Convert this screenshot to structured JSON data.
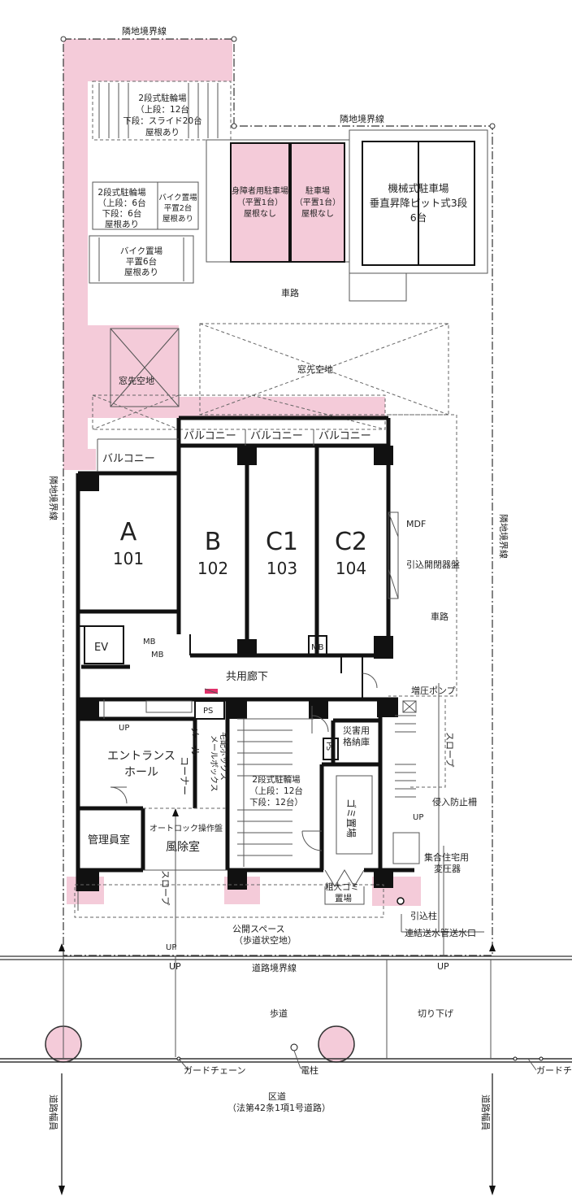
{
  "boundaries": {
    "top_neighbor": "隣地境界線",
    "top_right_neighbor": "隣地境界線",
    "left_neighbor": "隣地境界線",
    "right_neighbor": "隣地境界線",
    "road_boundary": "道路境界線"
  },
  "parking": {
    "bike_2tier_top": [
      "2段式駐輪場",
      "（上段：12台",
      "下段：スライド20台",
      "屋根あり"
    ],
    "bike_2tier_mid": [
      "2段式駐輪場",
      "（上段：6台",
      "下段：6台",
      "屋根あり"
    ],
    "moto_small": [
      "バイク置場",
      "平置2台",
      "屋根あり"
    ],
    "moto_6": [
      "バイク置場",
      "平置6台",
      "屋根あり"
    ],
    "disabled_parking": [
      "身障者用駐車場",
      "（平置1台）",
      "屋根なし"
    ],
    "car_parking": [
      "駐車場",
      "（平置1台）",
      "屋根なし"
    ],
    "mechanical": [
      "機械式駐車場",
      "垂直昇降ピット式3段",
      "6台"
    ],
    "bike_2tier_lower": [
      "2段式駐輪場",
      "（上段：12台",
      "下段：12台）"
    ]
  },
  "areas": {
    "road_top": "車路",
    "road_right": "車路",
    "window_space_left": "窓先空地",
    "window_space_center": "窓先空地",
    "balcony_left": "バルコニー",
    "balcony_b": "バルコニー",
    "balcony_c1": "バルコニー",
    "balcony_c2": "バルコニー",
    "corridor": "共用廊下",
    "entrance_hall": [
      "エントランス",
      "ホール"
    ],
    "manager_room": "管理員室",
    "windbreak_room": "風除室",
    "autolock_panel": "オートロック操作盤",
    "mail_corner": [
      "メール",
      "コーナー"
    ],
    "delivery_box": "宅配ボックス",
    "mail_box": "メールボックス",
    "disaster_storage": [
      "災害用",
      "格納庫"
    ],
    "garbage": "ゴミ置場",
    "bulky_garbage": [
      "粗大ゴミ",
      "置場"
    ],
    "public_space": "公開スペース",
    "public_space_sub": "（歩道状空地）",
    "sidewalk": "歩道",
    "curb_cut": "切り下げ",
    "district_road": "区道",
    "district_road_sub": "（法第42条1項1号道路）",
    "road_width_left": "道路幅員",
    "road_width_right": "道路幅員"
  },
  "units": [
    {
      "letter": "A",
      "number": "101"
    },
    {
      "letter": "B",
      "number": "102"
    },
    {
      "letter": "C1",
      "number": "103"
    },
    {
      "letter": "C2",
      "number": "104"
    }
  ],
  "equipment": {
    "mdf": "MDF",
    "switchboard": "引込開閉器盤",
    "ev": "EV",
    "mb1": "MB",
    "mb2": "MB",
    "mb3": "MB",
    "ps1": "PS",
    "ps2": "PS",
    "pump": "増圧ポンプ",
    "slope_right": "スロープ",
    "slope_left": "スロープ",
    "anti_intrusion": "侵入防止柵",
    "transformer": [
      "集合住宅用",
      "変圧器"
    ],
    "lead_pole": "引込柱",
    "fire_inlet": "連結送水管送水口",
    "up1": "UP",
    "up2": "UP",
    "up3": "UP",
    "up_road_left": "UP",
    "up_road_right": "UP",
    "guard_chain_left": "ガードチェーン",
    "guard_chain_right": "ガードチ",
    "utility_pole": "電柱"
  }
}
